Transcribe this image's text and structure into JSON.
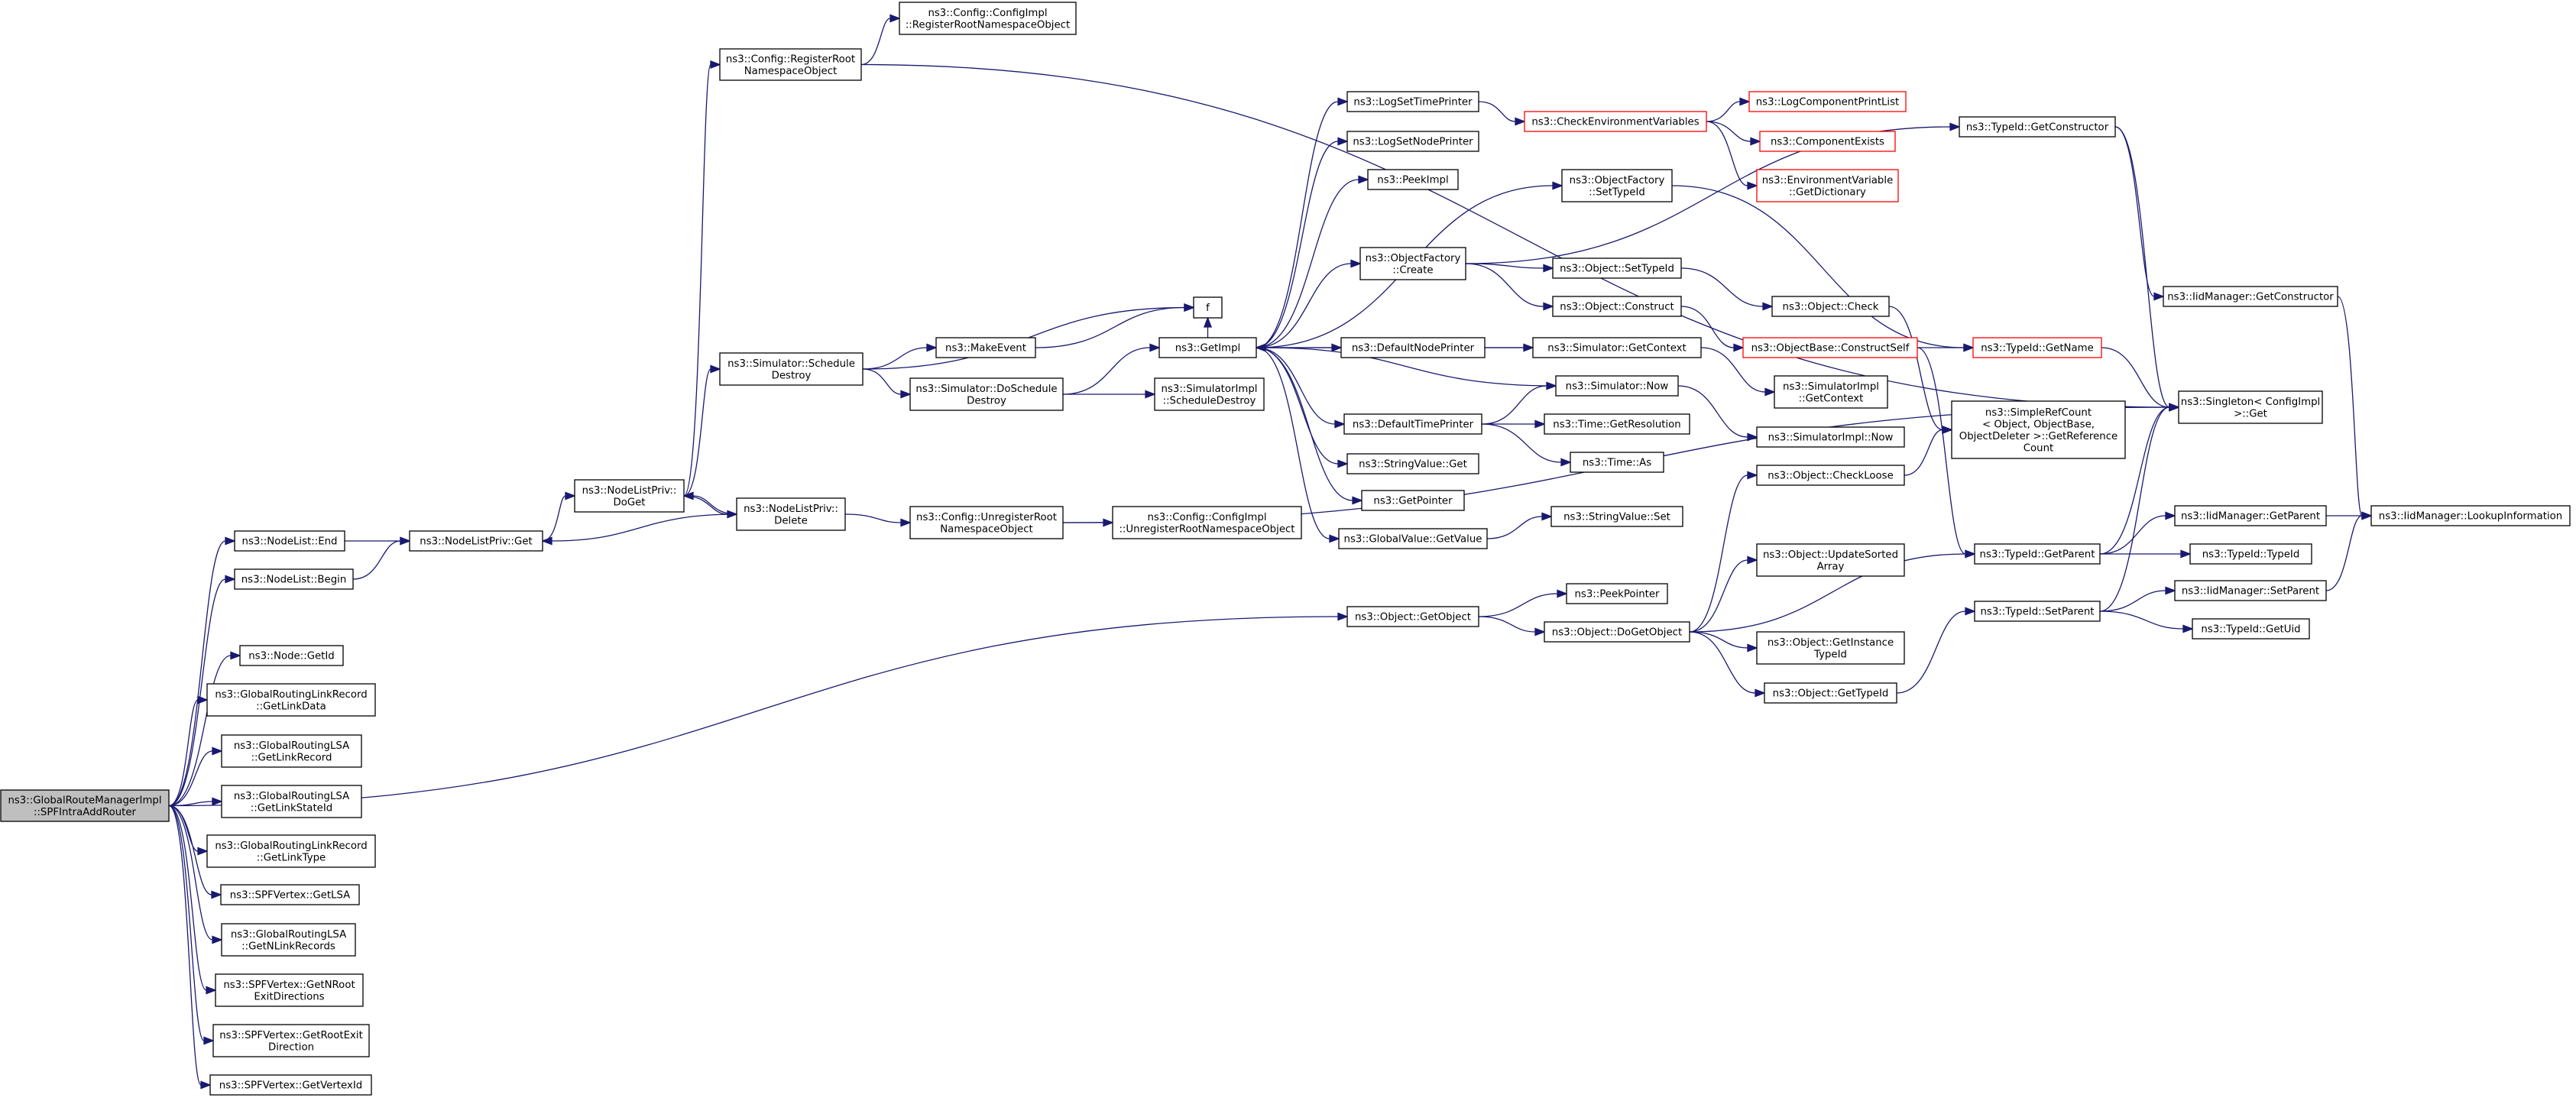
{
  "colors": {
    "edge": "#191970",
    "node_border": "#000000",
    "node_border_truncated": "#ff0000",
    "root_fill": "#bfbfbf",
    "node_fill": "#ffffff",
    "background": "#ffffff"
  },
  "nodes": [
    {
      "id": "root",
      "lines": [
        "ns3::GlobalRouteManagerImpl",
        "::SPFIntraAddRouter"
      ],
      "style": "root"
    },
    {
      "id": "nodelist_end",
      "lines": [
        "ns3::NodeList::End"
      ]
    },
    {
      "id": "nodelist_begin",
      "lines": [
        "ns3::NodeList::Begin"
      ]
    },
    {
      "id": "node_getid",
      "lines": [
        "ns3::Node::GetId"
      ]
    },
    {
      "id": "grlr_getlinkdata",
      "lines": [
        "ns3::GlobalRoutingLinkRecord",
        "::GetLinkData"
      ]
    },
    {
      "id": "grlsa_getlinkrecord",
      "lines": [
        "ns3::GlobalRoutingLSA",
        "::GetLinkRecord"
      ]
    },
    {
      "id": "grlsa_getlinkstateid",
      "lines": [
        "ns3::GlobalRoutingLSA",
        "::GetLinkStateId"
      ]
    },
    {
      "id": "grlr_getlinktype",
      "lines": [
        "ns3::GlobalRoutingLinkRecord",
        "::GetLinkType"
      ]
    },
    {
      "id": "spf_getlsa",
      "lines": [
        "ns3::SPFVertex::GetLSA"
      ]
    },
    {
      "id": "grlsa_getnlinkrecords",
      "lines": [
        "ns3::GlobalRoutingLSA",
        "::GetNLinkRecords"
      ]
    },
    {
      "id": "spf_getnrootexit",
      "lines": [
        "ns3::SPFVertex::GetNRoot",
        "ExitDirections"
      ]
    },
    {
      "id": "spf_getrootexit",
      "lines": [
        "ns3::SPFVertex::GetRootExit",
        "Direction"
      ]
    },
    {
      "id": "spf_getvertexid",
      "lines": [
        "ns3::SPFVertex::GetVertexId"
      ]
    },
    {
      "id": "nodelistpriv_get",
      "lines": [
        "ns3::NodeListPriv::Get"
      ]
    },
    {
      "id": "nodelistpriv_doget",
      "lines": [
        "ns3::NodeListPriv::",
        "DoGet"
      ]
    },
    {
      "id": "nodelistpriv_delete",
      "lines": [
        "ns3::NodeListPriv::",
        "Delete"
      ]
    },
    {
      "id": "config_registerroot",
      "lines": [
        "ns3::Config::RegisterRoot",
        "NamespaceObject"
      ]
    },
    {
      "id": "configimpl_registerroot",
      "lines": [
        "ns3::Config::ConfigImpl",
        "::RegisterRootNamespaceObject"
      ]
    },
    {
      "id": "sim_scheduledestroy",
      "lines": [
        "ns3::Simulator::Schedule",
        "Destroy"
      ]
    },
    {
      "id": "makeevent",
      "lines": [
        "ns3::MakeEvent"
      ]
    },
    {
      "id": "f",
      "lines": [
        "f"
      ]
    },
    {
      "id": "sim_doscheduledestroy",
      "lines": [
        "ns3::Simulator::DoSchedule",
        "Destroy"
      ]
    },
    {
      "id": "getimpl",
      "lines": [
        "ns3::GetImpl"
      ]
    },
    {
      "id": "simimpl_scheduledestroy",
      "lines": [
        "ns3::SimulatorImpl",
        "::ScheduleDestroy"
      ]
    },
    {
      "id": "config_unregisterroot",
      "lines": [
        "ns3::Config::UnregisterRoot",
        "NamespaceObject"
      ]
    },
    {
      "id": "configimpl_unregisterroot",
      "lines": [
        "ns3::Config::ConfigImpl",
        "::UnregisterRootNamespaceObject"
      ]
    },
    {
      "id": "object_getobject",
      "lines": [
        "ns3::Object::GetObject"
      ]
    },
    {
      "id": "logsettimeprinter",
      "lines": [
        "ns3::LogSetTimePrinter"
      ]
    },
    {
      "id": "logsetnodeprinter",
      "lines": [
        "ns3::LogSetNodePrinter"
      ]
    },
    {
      "id": "peekimpl",
      "lines": [
        "ns3::PeekImpl"
      ]
    },
    {
      "id": "objectfactory_create",
      "lines": [
        "ns3::ObjectFactory",
        "::Create"
      ]
    },
    {
      "id": "defaultnodeprinter",
      "lines": [
        "ns3::DefaultNodePrinter"
      ]
    },
    {
      "id": "defaulttimeprinter",
      "lines": [
        "ns3::DefaultTimePrinter"
      ]
    },
    {
      "id": "stringvalue_get",
      "lines": [
        "ns3::StringValue::Get"
      ]
    },
    {
      "id": "getpointer",
      "lines": [
        "ns3::GetPointer"
      ]
    },
    {
      "id": "globalvalue_getvalue",
      "lines": [
        "ns3::GlobalValue::GetValue"
      ]
    },
    {
      "id": "checkenvvars",
      "lines": [
        "ns3::CheckEnvironmentVariables"
      ],
      "style": "red"
    },
    {
      "id": "objectfactory_settypeid",
      "lines": [
        "ns3::ObjectFactory",
        "::SetTypeId"
      ]
    },
    {
      "id": "object_settypeid",
      "lines": [
        "ns3::Object::SetTypeId"
      ]
    },
    {
      "id": "object_construct",
      "lines": [
        "ns3::Object::Construct"
      ]
    },
    {
      "id": "sim_getcontext",
      "lines": [
        "ns3::Simulator::GetContext"
      ]
    },
    {
      "id": "sim_now",
      "lines": [
        "ns3::Simulator::Now"
      ]
    },
    {
      "id": "time_getresolution",
      "lines": [
        "ns3::Time::GetResolution"
      ]
    },
    {
      "id": "time_as",
      "lines": [
        "ns3::Time::As"
      ]
    },
    {
      "id": "stringvalue_set",
      "lines": [
        "ns3::StringValue::Set"
      ]
    },
    {
      "id": "peekpointer",
      "lines": [
        "ns3::PeekPointer"
      ]
    },
    {
      "id": "object_dogetobject",
      "lines": [
        "ns3::Object::DoGetObject"
      ]
    },
    {
      "id": "logcomponentprintlist",
      "lines": [
        "ns3::LogComponentPrintList"
      ],
      "style": "red"
    },
    {
      "id": "componentexists",
      "lines": [
        "ns3::ComponentExists"
      ],
      "style": "red"
    },
    {
      "id": "envvar_getdictionary",
      "lines": [
        "ns3::EnvironmentVariable",
        "::GetDictionary"
      ],
      "style": "red"
    },
    {
      "id": "object_check",
      "lines": [
        "ns3::Object::Check"
      ]
    },
    {
      "id": "objectbase_constructself",
      "lines": [
        "ns3::ObjectBase::ConstructSelf"
      ],
      "style": "red"
    },
    {
      "id": "simimpl_getcontext",
      "lines": [
        "ns3::SimulatorImpl",
        "::GetContext"
      ]
    },
    {
      "id": "simimpl_now",
      "lines": [
        "ns3::SimulatorImpl::Now"
      ]
    },
    {
      "id": "object_checkloose",
      "lines": [
        "ns3::Object::CheckLoose"
      ]
    },
    {
      "id": "object_updatesortedarray",
      "lines": [
        "ns3::Object::UpdateSorted",
        "Array"
      ]
    },
    {
      "id": "object_getinstancetypeid",
      "lines": [
        "ns3::Object::GetInstance",
        "TypeId"
      ]
    },
    {
      "id": "object_gettypeid",
      "lines": [
        "ns3::Object::GetTypeId"
      ]
    },
    {
      "id": "typeid_getconstructor",
      "lines": [
        "ns3::TypeId::GetConstructor"
      ]
    },
    {
      "id": "typeid_getname",
      "lines": [
        "ns3::TypeId::GetName"
      ],
      "style": "red"
    },
    {
      "id": "simplerefcount",
      "lines": [
        "ns3::SimpleRefCount",
        "< Object, ObjectBase,",
        "ObjectDeleter >::GetReference",
        "Count"
      ]
    },
    {
      "id": "typeid_getparent",
      "lines": [
        "ns3::TypeId::GetParent"
      ]
    },
    {
      "id": "typeid_setparent",
      "lines": [
        "ns3::TypeId::SetParent"
      ]
    },
    {
      "id": "iidmanager_getconstructor",
      "lines": [
        "ns3::IidManager::GetConstructor"
      ]
    },
    {
      "id": "singleton_get",
      "lines": [
        "ns3::Singleton< ConfigImpl",
        " >::Get"
      ]
    },
    {
      "id": "iidmanager_getparent",
      "lines": [
        "ns3::IidManager::GetParent"
      ]
    },
    {
      "id": "typeid_typeid",
      "lines": [
        "ns3::TypeId::TypeId"
      ]
    },
    {
      "id": "iidmanager_setparent",
      "lines": [
        "ns3::IidManager::SetParent"
      ]
    },
    {
      "id": "typeid_getuid",
      "lines": [
        "ns3::TypeId::GetUid"
      ]
    },
    {
      "id": "iidmanager_lookupinformation",
      "lines": [
        "ns3::IidManager::LookupInformation"
      ]
    }
  ],
  "edges": [
    [
      "root",
      "nodelist_end"
    ],
    [
      "root",
      "nodelist_begin"
    ],
    [
      "root",
      "object_getobject"
    ],
    [
      "root",
      "node_getid"
    ],
    [
      "root",
      "grlr_getlinkdata"
    ],
    [
      "root",
      "grlsa_getlinkrecord"
    ],
    [
      "root",
      "grlsa_getlinkstateid"
    ],
    [
      "root",
      "grlr_getlinktype"
    ],
    [
      "root",
      "spf_getlsa"
    ],
    [
      "root",
      "grlsa_getnlinkrecords"
    ],
    [
      "root",
      "spf_getnrootexit"
    ],
    [
      "root",
      "spf_getrootexit"
    ],
    [
      "root",
      "spf_getvertexid"
    ],
    [
      "nodelist_end",
      "nodelistpriv_get"
    ],
    [
      "nodelist_begin",
      "nodelistpriv_get"
    ],
    [
      "nodelistpriv_get",
      "nodelistpriv_doget"
    ],
    [
      "nodelistpriv_doget",
      "config_registerroot"
    ],
    [
      "nodelistpriv_doget",
      "sim_scheduledestroy"
    ],
    [
      "nodelistpriv_doget",
      "nodelistpriv_delete"
    ],
    [
      "nodelistpriv_delete",
      "nodelistpriv_doget"
    ],
    [
      "nodelistpriv_delete",
      "nodelistpriv_get"
    ],
    [
      "nodelistpriv_delete",
      "config_unregisterroot"
    ],
    [
      "config_registerroot",
      "configimpl_registerroot"
    ],
    [
      "config_registerroot",
      "singleton_get"
    ],
    [
      "sim_scheduledestroy",
      "f"
    ],
    [
      "sim_scheduledestroy",
      "makeevent"
    ],
    [
      "sim_scheduledestroy",
      "sim_doscheduledestroy"
    ],
    [
      "makeevent",
      "f"
    ],
    [
      "sim_doscheduledestroy",
      "getimpl"
    ],
    [
      "sim_doscheduledestroy",
      "simimpl_scheduledestroy"
    ],
    [
      "config_unregisterroot",
      "configimpl_unregisterroot"
    ],
    [
      "config_unregisterroot",
      "singleton_get"
    ],
    [
      "getimpl",
      "f"
    ],
    [
      "getimpl",
      "logsettimeprinter"
    ],
    [
      "getimpl",
      "logsetnodeprinter"
    ],
    [
      "getimpl",
      "peekimpl"
    ],
    [
      "getimpl",
      "objectfactory_create"
    ],
    [
      "getimpl",
      "defaultnodeprinter"
    ],
    [
      "getimpl",
      "defaulttimeprinter"
    ],
    [
      "getimpl",
      "stringvalue_get"
    ],
    [
      "getimpl",
      "getpointer"
    ],
    [
      "getimpl",
      "globalvalue_getvalue"
    ],
    [
      "getimpl",
      "objectfactory_settypeid"
    ],
    [
      "logsettimeprinter",
      "checkenvvars"
    ],
    [
      "checkenvvars",
      "logcomponentprintlist"
    ],
    [
      "checkenvvars",
      "componentexists"
    ],
    [
      "checkenvvars",
      "envvar_getdictionary"
    ],
    [
      "objectfactory_create",
      "object_settypeid"
    ],
    [
      "objectfactory_create",
      "object_construct"
    ],
    [
      "objectfactory_create",
      "typeid_getconstructor"
    ],
    [
      "objectfactory_settypeid",
      "typeid_getname"
    ],
    [
      "object_settypeid",
      "object_check"
    ],
    [
      "object_construct",
      "objectbase_constructself"
    ],
    [
      "defaultnodeprinter",
      "sim_getcontext"
    ],
    [
      "sim_getcontext",
      "getimpl"
    ],
    [
      "sim_getcontext",
      "simimpl_getcontext"
    ],
    [
      "defaulttimeprinter",
      "sim_now"
    ],
    [
      "defaulttimeprinter",
      "time_getresolution"
    ],
    [
      "defaulttimeprinter",
      "time_as"
    ],
    [
      "sim_now",
      "getimpl"
    ],
    [
      "sim_now",
      "simimpl_now"
    ],
    [
      "globalvalue_getvalue",
      "stringvalue_set"
    ],
    [
      "object_getobject",
      "peekpointer"
    ],
    [
      "object_getobject",
      "object_dogetobject"
    ],
    [
      "object_dogetobject",
      "object_checkloose"
    ],
    [
      "object_dogetobject",
      "object_updatesortedarray"
    ],
    [
      "object_dogetobject",
      "typeid_getparent"
    ],
    [
      "object_dogetobject",
      "object_getinstancetypeid"
    ],
    [
      "object_dogetobject",
      "object_gettypeid"
    ],
    [
      "object_check",
      "simplerefcount"
    ],
    [
      "object_checkloose",
      "simplerefcount"
    ],
    [
      "objectbase_constructself",
      "typeid_getname"
    ],
    [
      "objectbase_constructself",
      "typeid_getparent"
    ],
    [
      "object_gettypeid",
      "typeid_setparent"
    ],
    [
      "typeid_getconstructor",
      "iidmanager_getconstructor"
    ],
    [
      "typeid_getconstructor",
      "singleton_get"
    ],
    [
      "typeid_getname",
      "singleton_get"
    ],
    [
      "typeid_getparent",
      "singleton_get"
    ],
    [
      "typeid_getparent",
      "iidmanager_getparent"
    ],
    [
      "typeid_getparent",
      "typeid_typeid"
    ],
    [
      "typeid_setparent",
      "singleton_get"
    ],
    [
      "typeid_setparent",
      "iidmanager_setparent"
    ],
    [
      "typeid_setparent",
      "typeid_getuid"
    ],
    [
      "iidmanager_getconstructor",
      "iidmanager_lookupinformation"
    ],
    [
      "iidmanager_getparent",
      "iidmanager_lookupinformation"
    ],
    [
      "iidmanager_setparent",
      "iidmanager_lookupinformation"
    ]
  ]
}
